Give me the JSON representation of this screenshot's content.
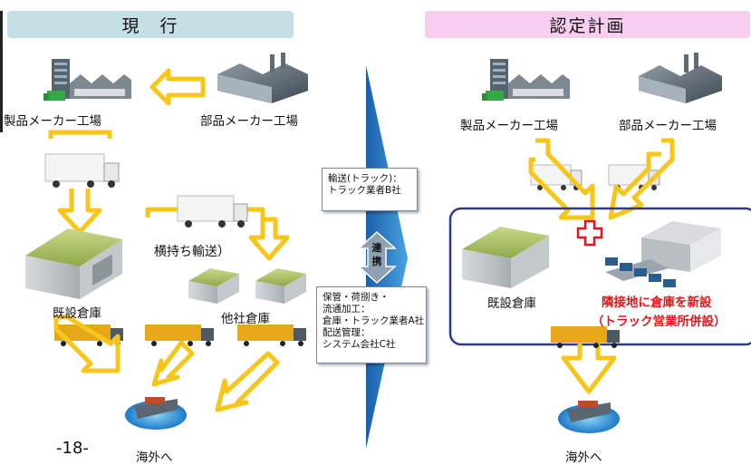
{
  "headers": {
    "current": "現　行",
    "plan": "認定計画"
  },
  "labels": {
    "left_product_factory": "製品メーカー工場",
    "left_parts_factory": "部品メーカー工場",
    "left_yokomochi": "横持ち輸送）",
    "left_existing_warehouse": "既設倉庫",
    "left_other_warehouse": "他社倉庫",
    "left_overseas": "海外へ",
    "page_number": "-18-",
    "right_product_factory": "製品メーカー工場",
    "right_parts_factory": "部品メーカー工場",
    "right_existing_warehouse": "既設倉庫",
    "right_new_warehouse_line1": "隣接地に倉庫を新設",
    "right_new_warehouse_line2": "（トラック営業所併設）",
    "right_overseas": "海外へ"
  },
  "middle": {
    "transport_box": [
      "輸送(トラック)：",
      "トラック業者B社"
    ],
    "link_label": [
      "連",
      "携"
    ],
    "storage_box": [
      "保管・荷捌き・",
      "流通加工：",
      "倉庫・トラック業者A社",
      "配送管理：",
      "システム会社C社"
    ]
  },
  "colors": {
    "header_current": "#c5dfe6",
    "header_plan": "#f7cdf0",
    "arrow_yellow": "#f7c619",
    "blue_center": "#2e7fc9",
    "border_navy": "#303a8c",
    "red_text": "#e8141b"
  }
}
